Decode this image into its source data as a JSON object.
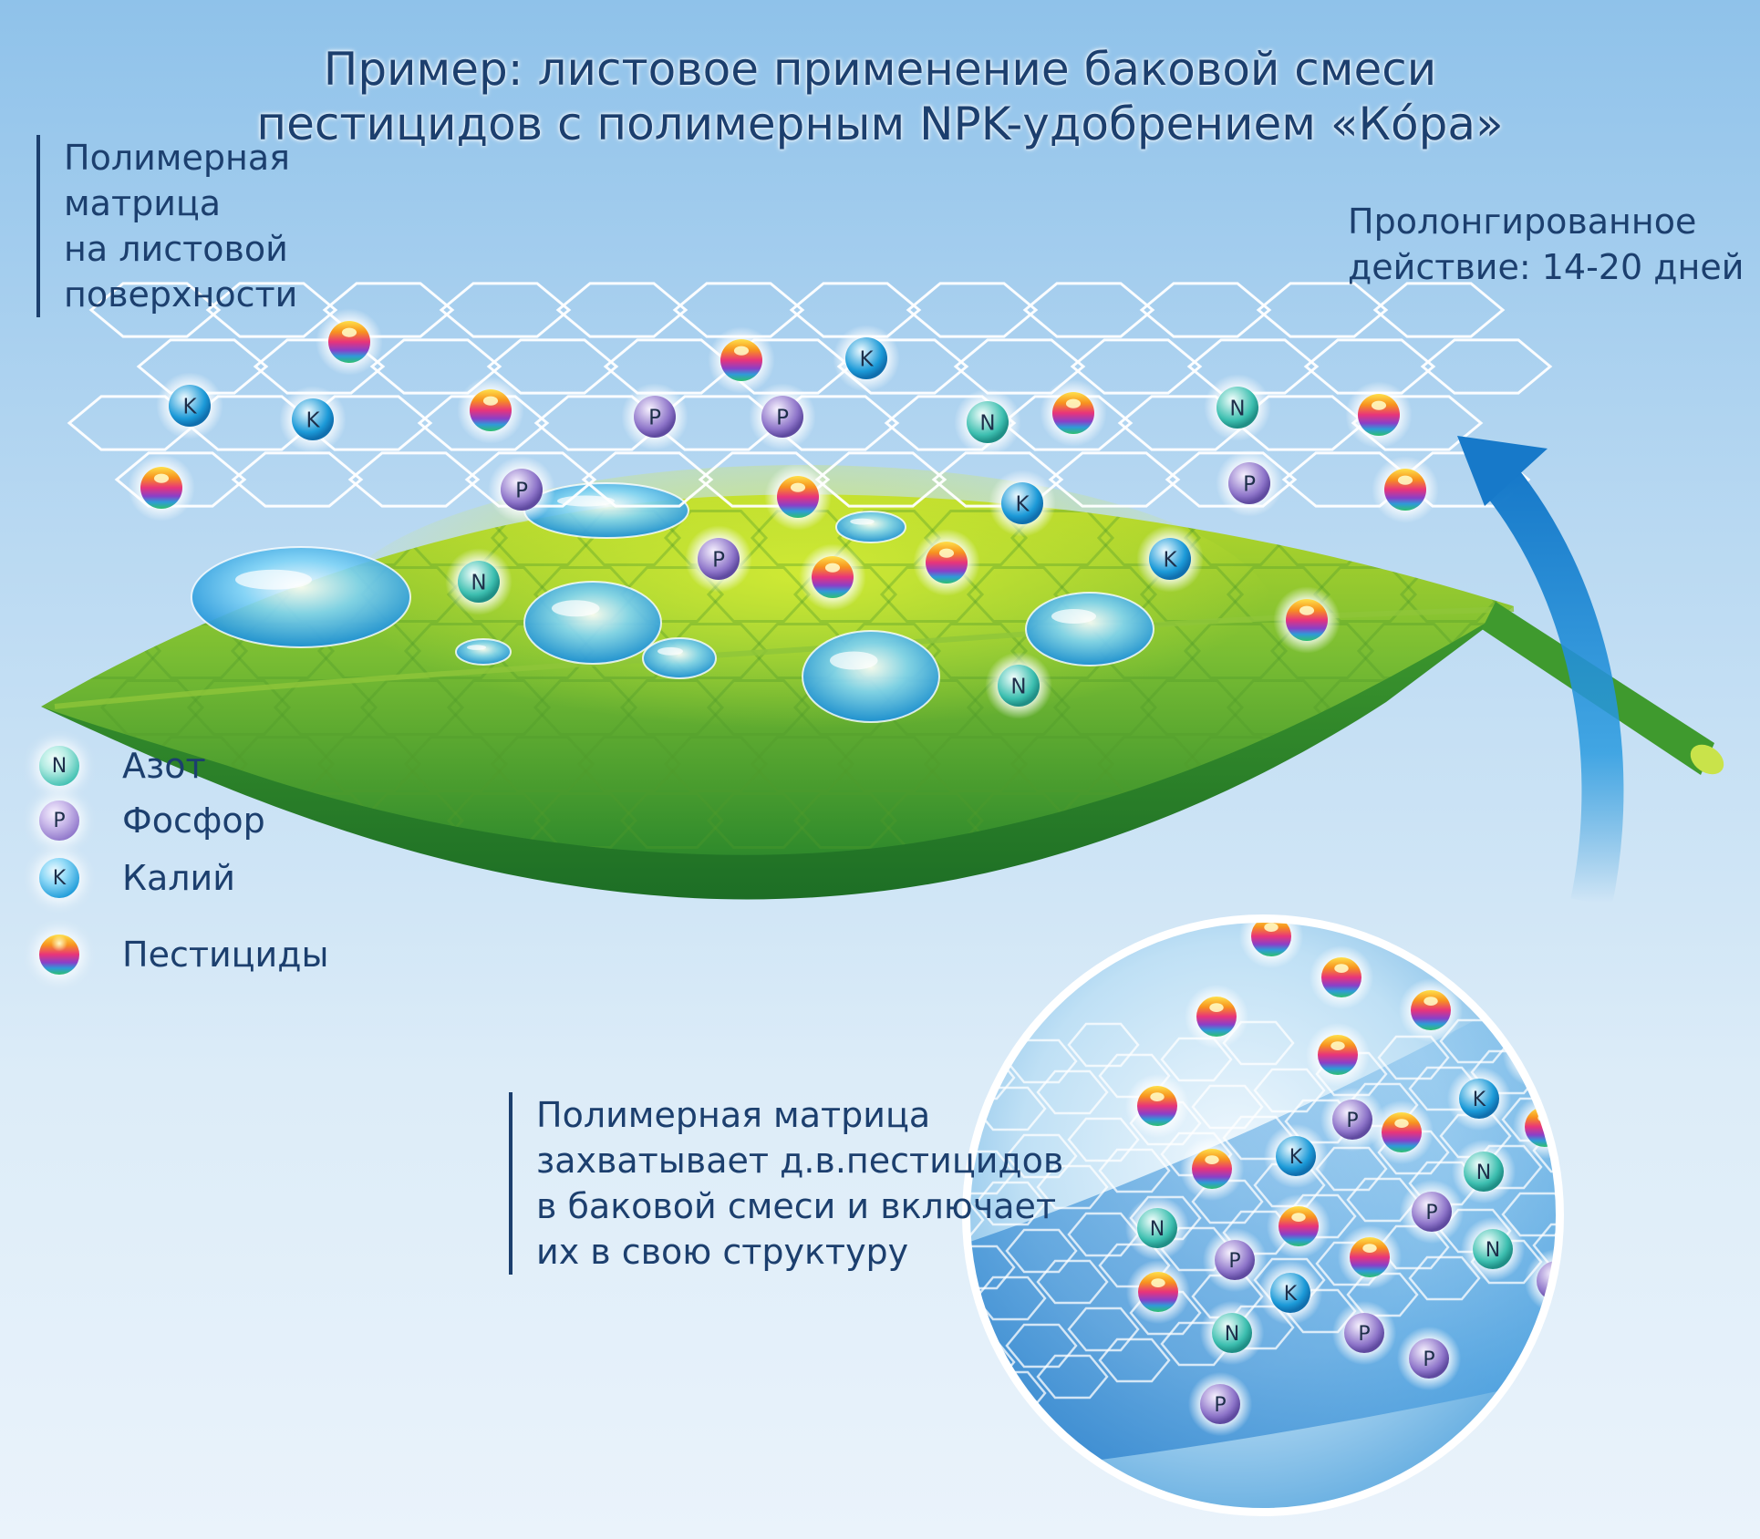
{
  "title_lines": [
    "Пример: листовое применение баковой смеси",
    "пестицидов с полимерным NPK-удобрением «Ко́ра»"
  ],
  "notes": {
    "matrix_surface": [
      "Полимерная",
      "матрица",
      "на листовой",
      "поверхности"
    ],
    "prolonged": [
      "Пролонгированное",
      "действие: 14-20 дней"
    ],
    "capture": [
      "Полимерная матрица",
      "захватывает д.в.пестицидов",
      "в баковой смеси и включает",
      "их в свою структуру"
    ]
  },
  "legend": [
    {
      "symbol": "N",
      "label": "Азот"
    },
    {
      "symbol": "P",
      "label": "Фосфор"
    },
    {
      "symbol": "K",
      "label": "Калий"
    },
    {
      "symbol": "",
      "label": "Пестициды"
    }
  ],
  "colors": {
    "text": "#1c3f6e",
    "nitrogen": "#3dbfb0",
    "phosphorus": "#8d74c9",
    "potassium": "#1c9ad8",
    "leaf": "#5fae2e",
    "arrow": "#1e8fd6"
  }
}
